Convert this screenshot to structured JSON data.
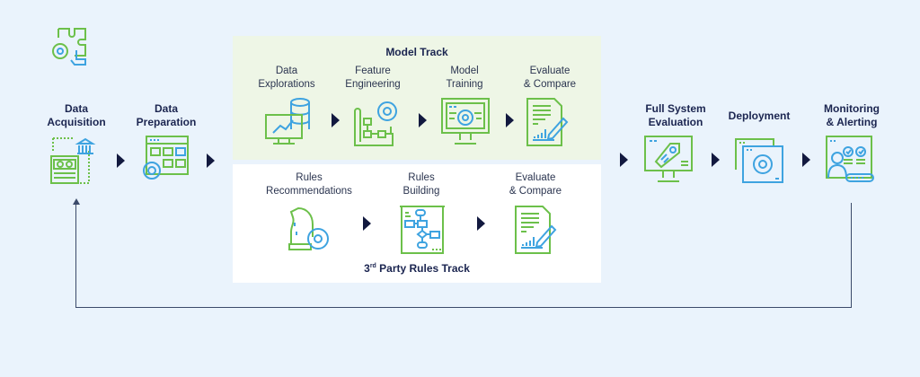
{
  "colors": {
    "background": "#eaf3fc",
    "model_track_bg": "#eef6e6",
    "rules_track_bg": "#ffffff",
    "icon_green": "#6cc04a",
    "icon_blue": "#3ea3e0",
    "arrow": "#12193f",
    "text": "#1b2550"
  },
  "header_icon": "puzzle-gear-icon",
  "stages": [
    {
      "id": "data-acquisition",
      "label_line1": "Data",
      "label_line2": "Acquisition",
      "icon": "money-bank-icon"
    },
    {
      "id": "data-preparation",
      "label_line1": "Data",
      "label_line2": "Preparation",
      "icon": "folders-gear-icon"
    },
    {
      "id": "full-system-evaluation",
      "label_line1": "Full System",
      "label_line2": "Evaluation",
      "icon": "monitor-tag-icon"
    },
    {
      "id": "deployment",
      "label_line1": "Deployment",
      "label_line2": "",
      "icon": "windows-gear-icon"
    },
    {
      "id": "monitoring-alerting",
      "label_line1": "Monitoring",
      "label_line2": "& Alerting",
      "icon": "dashboard-user-icon"
    }
  ],
  "model_track": {
    "title": "Model Track",
    "steps": [
      {
        "label_line1": "Data",
        "label_line2": "Explorations",
        "icon": "monitor-database-icon"
      },
      {
        "label_line1": "Feature",
        "label_line2": "Engineering",
        "icon": "blueprint-gear-icon"
      },
      {
        "label_line1": "Model",
        "label_line2": "Training",
        "icon": "monitor-gear-icon"
      },
      {
        "label_line1": "Evaluate",
        "label_line2": "& Compare",
        "icon": "document-pen-icon"
      }
    ]
  },
  "rules_track": {
    "title_prefix": "3",
    "title_superscript": "rd",
    "title_rest": " Party Rules Track",
    "steps": [
      {
        "label_line1": "Rules",
        "label_line2": "Recommendations",
        "icon": "chess-knight-gear-icon"
      },
      {
        "label_line1": "Rules",
        "label_line2": "Building",
        "icon": "flowchart-board-icon"
      },
      {
        "label_line1": "Evaluate",
        "label_line2": "& Compare",
        "icon": "document-pen-icon"
      }
    ]
  },
  "feedback_loop": {
    "from": "Monitoring & Alerting",
    "to": "Data Acquisition"
  }
}
